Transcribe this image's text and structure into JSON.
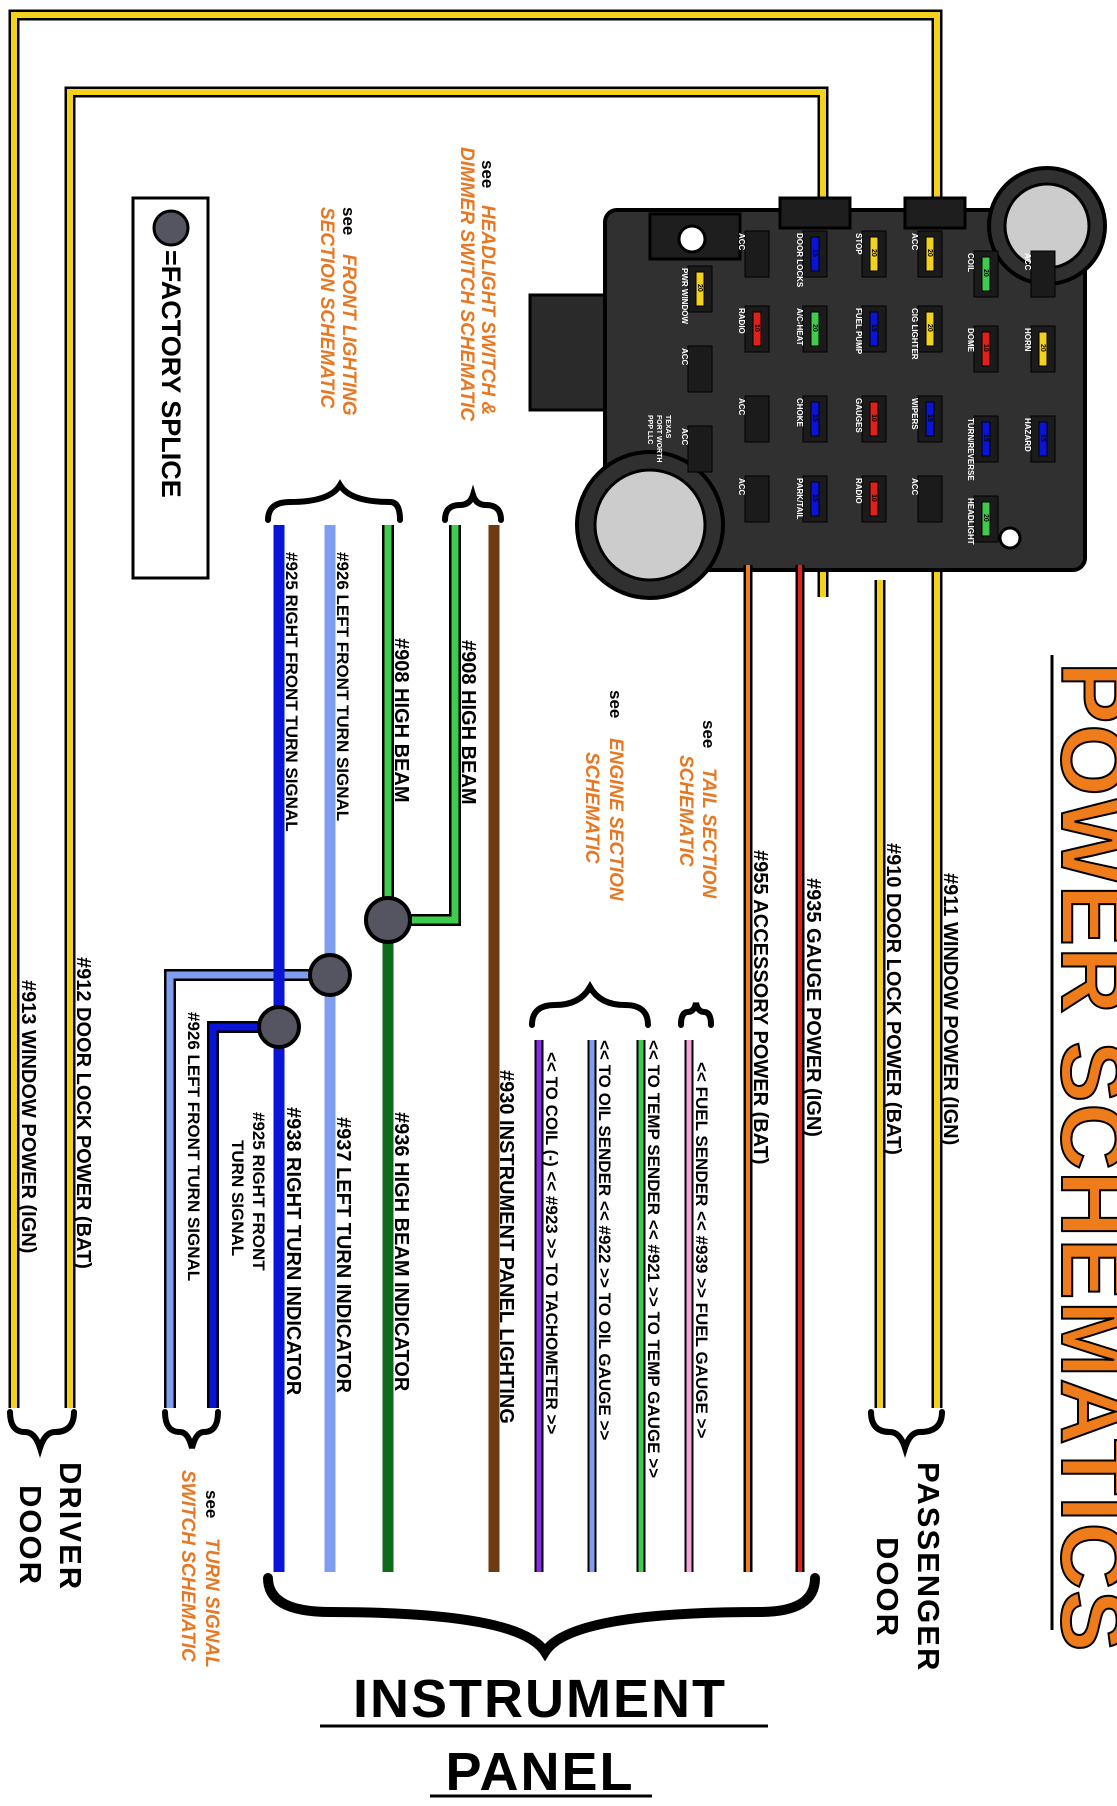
{
  "title": "POWER SCHEMATICS",
  "legend": {
    "label": "=FACTORY SPLICE"
  },
  "colors": {
    "yellow": "#f2d21a",
    "orange": "#ee7c1a",
    "blue": "#0a14d8",
    "light_blue": "#7f9ef0",
    "green": "#3fcb4c",
    "dark_green": "#0f6b1c",
    "brown": "#6e3a12",
    "purple": "#8a2be2",
    "pink": "#f7a4d6",
    "red": "#e0201a",
    "splice": "#555562",
    "accent": "#e87722"
  },
  "wires": {
    "w911": "#911 WINDOW POWER (IGN)",
    "w910": "#910 DOOR LOCK POWER (BAT)",
    "w935": "#935 GAUGE POWER (IGN)",
    "w955": "#955 ACCESSORY POWER (BAT)",
    "w939": "<< FUEL SENDER << #939 >> FUEL GAUGE >>",
    "w921": "<< TO TEMP SENDER << #921 >> TO TEMP GAUGE >>",
    "w922": "<< TO OIL SENDER << #922 >> TO OIL GAUGE >>",
    "w923": "<< TO COIL (-) << #923 >> TO TACHOMETER >>",
    "w930": "#930 INSTRUMENT PANEL LIGHTING",
    "w908a": "#908 HIGH BEAM",
    "w908b": "#908 HIGH BEAM",
    "w936": "#936 HIGH BEAM INDICATOR",
    "w926a": "#926 LEFT FRONT TURN SIGNAL",
    "w937": "#937 LEFT TURN INDICATOR",
    "w925a": "#925 RIGHT FRONT TURN SIGNAL",
    "w938": "#938 RIGHT TURN INDICATOR",
    "w925b_1": "#925 RIGHT FRONT",
    "w925b_2": "TURN SIGNAL",
    "w926b": "#926 LEFT FRONT TURN SIGNAL",
    "w912": "#912 DOOR LOCK POWER (BAT)",
    "w913": "#913 WINDOW POWER (IGN)"
  },
  "refs": {
    "see": "see",
    "headlight_1": "HEADLIGHT SWITCH &",
    "headlight_2": "DIMMER SWITCH SCHEMATIC",
    "front_1": "FRONT LIGHTING",
    "front_2": "SECTION SCHEMATIC",
    "tail_1": "TAIL SECTION",
    "tail_2": "SCHEMATIC",
    "engine_1": "ENGINE SECTION",
    "engine_2": "SCHEMATIC",
    "turn_1": "TURN SIGNAL",
    "turn_2": "SWITCH SCHEMATIC"
  },
  "destinations": {
    "passenger_1": "PASSENGER",
    "passenger_2": "DOOR",
    "driver_1": "DRIVER",
    "driver_2": "DOOR",
    "instrument_1": "INSTRUMENT",
    "instrument_2": "PANEL"
  },
  "fuse_block": {
    "fuse_columns": [
      {
        "label": "ACC",
        "value": "",
        "color": ""
      },
      {
        "label": "HORN",
        "value": "20",
        "color": "#f2d21a"
      },
      {
        "label": "HAZARD",
        "value": "15",
        "color": "#0a14d8"
      },
      {
        "label": "COIL",
        "value": "20",
        "color": "#3fcb4c"
      },
      {
        "label": "DOME",
        "value": "10",
        "color": "#e0201a"
      },
      {
        "label": "TURN/REVERSE",
        "value": "15",
        "color": "#0a14d8"
      },
      {
        "label": "HEADLIGHT",
        "value": "20",
        "color": "#3fcb4c"
      },
      {
        "label": "ACC",
        "value": "20",
        "color": "#f2d21a"
      },
      {
        "label": "CIG LIGHTER",
        "value": "20",
        "color": "#f2d21a"
      },
      {
        "label": "WIPERS",
        "value": "15",
        "color": "#0a14d8"
      },
      {
        "label": "ACC",
        "value": "",
        "color": ""
      },
      {
        "label": "STOP",
        "value": "20",
        "color": "#f2d21a"
      },
      {
        "label": "FUEL PUMP",
        "value": "15",
        "color": "#0a14d8"
      },
      {
        "label": "GAUGES",
        "value": "10",
        "color": "#e0201a"
      },
      {
        "label": "RADIO",
        "value": "10",
        "color": "#e0201a"
      },
      {
        "label": "DOOR LOCKS",
        "value": "15",
        "color": "#0a14d8"
      },
      {
        "label": "A/C-HEAT",
        "value": "20",
        "color": "#3fcb4c"
      },
      {
        "label": "CHOKE",
        "value": "15",
        "color": "#0a14d8"
      },
      {
        "label": "PARK/TAIL",
        "value": "15",
        "color": "#0a14d8"
      },
      {
        "label": "ACC",
        "value": "",
        "color": ""
      },
      {
        "label": "RADIO",
        "value": "10",
        "color": "#e0201a"
      },
      {
        "label": "ACC",
        "value": "",
        "color": ""
      },
      {
        "label": "ACC",
        "value": "",
        "color": ""
      },
      {
        "label": "PWR WINDOW",
        "value": "20",
        "color": "#f2d21a"
      },
      {
        "label": "ACC",
        "value": "",
        "color": ""
      },
      {
        "label": "ACC",
        "value": "",
        "color": ""
      }
    ],
    "maker_1": "PPP LLC",
    "maker_2": "FORT WORTH",
    "maker_3": "TEXAS"
  }
}
